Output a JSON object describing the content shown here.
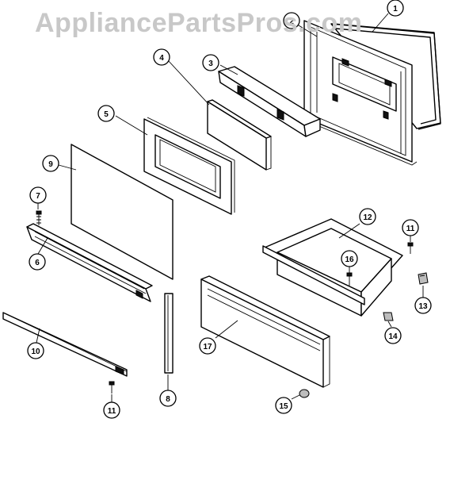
{
  "watermark": "AppliancePartsPros.com",
  "callouts": [
    {
      "id": "c1",
      "label": "1"
    },
    {
      "id": "c2",
      "label": "2"
    },
    {
      "id": "c3",
      "label": "3"
    },
    {
      "id": "c4",
      "label": "4"
    },
    {
      "id": "c5",
      "label": "5"
    },
    {
      "id": "c6",
      "label": "6"
    },
    {
      "id": "c7",
      "label": "7"
    },
    {
      "id": "c8",
      "label": "8"
    },
    {
      "id": "c9",
      "label": "9"
    },
    {
      "id": "c10",
      "label": "10"
    },
    {
      "id": "c11a",
      "label": "11"
    },
    {
      "id": "c11b",
      "label": "11"
    },
    {
      "id": "c12",
      "label": "12"
    },
    {
      "id": "c13",
      "label": "13"
    },
    {
      "id": "c14",
      "label": "14"
    },
    {
      "id": "c15",
      "label": "15"
    },
    {
      "id": "c16",
      "label": "16"
    },
    {
      "id": "c17",
      "label": "17"
    }
  ]
}
